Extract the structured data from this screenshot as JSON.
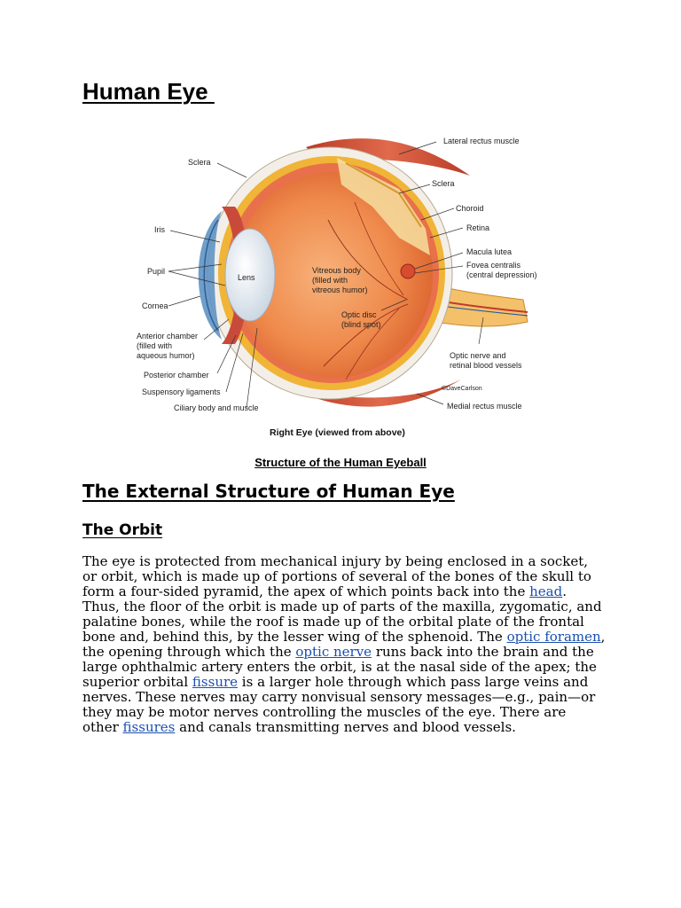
{
  "title": "Human Eye ",
  "figure": {
    "labels": {
      "lateral_rectus": "Lateral rectus muscle",
      "sclera_left": "Sclera",
      "sclera_right": "Sclera",
      "choroid": "Choroid",
      "retina": "Retina",
      "iris": "Iris",
      "macula": "Macula lutea",
      "fovea_1": "Fovea centralis",
      "fovea_2": "(central depression)",
      "pupil": "Pupil",
      "lens": "Lens",
      "vitreous_1": "Vitreous body",
      "vitreous_2": "(filled with",
      "vitreous_3": "vitreous humor)",
      "cornea": "Cornea",
      "optic_disc_1": "Optic disc",
      "optic_disc_2": "(blind spot)",
      "anterior_1": "Anterior chamber",
      "anterior_2": "(filled with",
      "anterior_3": "aqueous humor)",
      "optic_nerve_1": "Optic nerve and",
      "optic_nerve_2": "retinal blood vessels",
      "posterior": "Posterior chamber",
      "copyright": "©DaveCarlson",
      "suspensory": "Suspensory ligaments",
      "medial_rectus": "Medial rectus muscle",
      "ciliary": "Ciliary body and muscle",
      "bottom": "Right Eye (viewed from above)"
    },
    "colors": {
      "sclera": "#f3efe8",
      "choroid": "#f0b437",
      "vitreous": "#ef8a4c",
      "muscle": "#d4553a",
      "lens": "#dde6ef",
      "cornea": "#5f93c4"
    }
  },
  "caption": "Structure of the Human Eyeball",
  "section_heading": "The External Structure of Human Eye",
  "subsection_heading": "The Orbit",
  "paragraph": {
    "t1": "The eye is protected from mechanical injury by being enclosed in a socket, or orbit, which is made up of portions of several of the bones of the skull to form a four-sided pyramid, the apex of which points back into the ",
    "link_head": "head",
    "t2": ". Thus, the floor of the orbit is made up of parts of the maxilla, zygomatic, and palatine bones, while the roof is made up of the orbital plate of the frontal bone and, behind this, by the lesser wing of the sphenoid. The ",
    "link_optic_foramen": "optic foramen",
    "t3": ", the opening through which the ",
    "link_optic_nerve": "optic nerve",
    "t4": " runs back into the brain and the large ophthalmic artery enters the orbit, is at the nasal side of the apex; the superior orbital ",
    "link_fissure": "fissure",
    "t5": " is a larger hole through which pass large veins and nerves. These nerves may carry nonvisual sensory messages—e.g., pain—or they may be motor nerves controlling the muscles of the eye. There are other ",
    "link_fissures": "fissures",
    "t6": " and canals transmitting nerves and blood vessels."
  },
  "links": {
    "color": "#1a4fb0"
  }
}
